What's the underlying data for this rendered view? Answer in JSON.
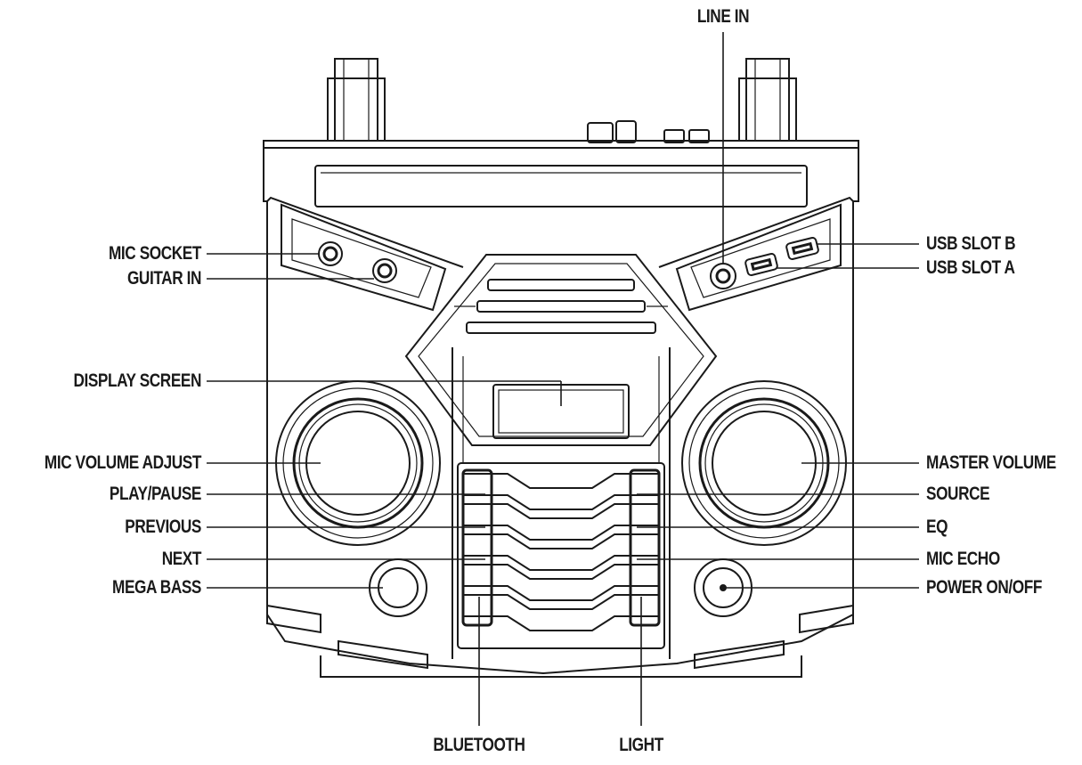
{
  "labels": {
    "line_in": "LINE IN",
    "mic_socket": "MIC SOCKET",
    "guitar_in": "GUITAR IN",
    "display_screen": "DISPLAY SCREEN",
    "mic_volume_adjust": "MIC VOLUME ADJUST",
    "play_pause": "PLAY/PAUSE",
    "previous": "PREVIOUS",
    "next": "NEXT",
    "mega_bass": "MEGA BASS",
    "bluetooth": "BLUETOOTH",
    "light": "LIGHT",
    "usb_slot_b": "USB SLOT B",
    "usb_slot_a": "USB SLOT A",
    "master_volume": "MASTER VOLUME",
    "source": "SOURCE",
    "eq": "EQ",
    "mic_echo": "MIC ECHO",
    "power_on_off": "POWER ON/OFF"
  },
  "colors": {
    "line": "#1a1a1a",
    "background": "#ffffff"
  }
}
